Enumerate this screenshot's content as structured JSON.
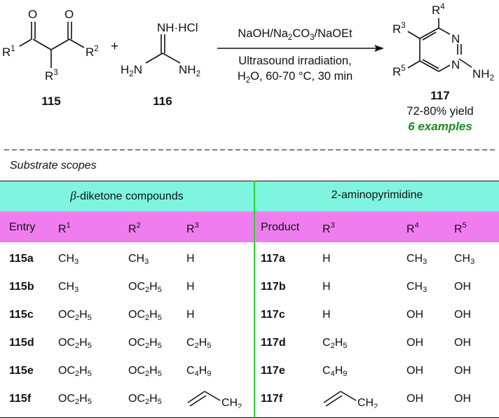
{
  "scheme": {
    "reagent1_label": "115",
    "reagent2_label": "116",
    "product_label": "117",
    "reagent2_salt": "NH·HCl",
    "plus": "+",
    "conditions": {
      "line1": "NaOH/Na2CO3/NaOEt",
      "line2": "Ultrasound irradiation,",
      "line3": "H2O, 60-70 °C, 30 min"
    },
    "yield": "72-80% yield",
    "examples": "6 examples"
  },
  "scope_label": "Substrate scopes",
  "table": {
    "group_headers": [
      "β-diketone compounds",
      "2-aminopyrimidine"
    ],
    "columns": [
      "Entry",
      "R1",
      "R2",
      "R3",
      "Product",
      "R3",
      "R4",
      "R5"
    ],
    "rows": [
      [
        "115a",
        "CH3",
        "CH3",
        "H",
        "117a",
        "H",
        "CH3",
        "CH3"
      ],
      [
        "115b",
        "CH3",
        "OC2H5",
        "H",
        "117b",
        "H",
        "CH3",
        "OH"
      ],
      [
        "115c",
        "OC2H5",
        "OC2H5",
        "H",
        "117c",
        "H",
        "OH",
        "OH"
      ],
      [
        "115d",
        "OC2H5",
        "OC2H5",
        "C2H5",
        "117d",
        "C2H5",
        "OH",
        "OH"
      ],
      [
        "115e",
        "OC2H5",
        "OC2H5",
        "C4H9",
        "117e",
        "C4H9",
        "OH",
        "OH"
      ],
      [
        "115f",
        "OC2H5",
        "OC2H5",
        "allyl",
        "117f",
        "allyl",
        "OH",
        "OH"
      ]
    ]
  },
  "colors": {
    "group_header_bg": "#7ff5e0",
    "column_header_bg": "#f07df0",
    "divider": "#33cc33",
    "examples": "#1e8a1e"
  }
}
